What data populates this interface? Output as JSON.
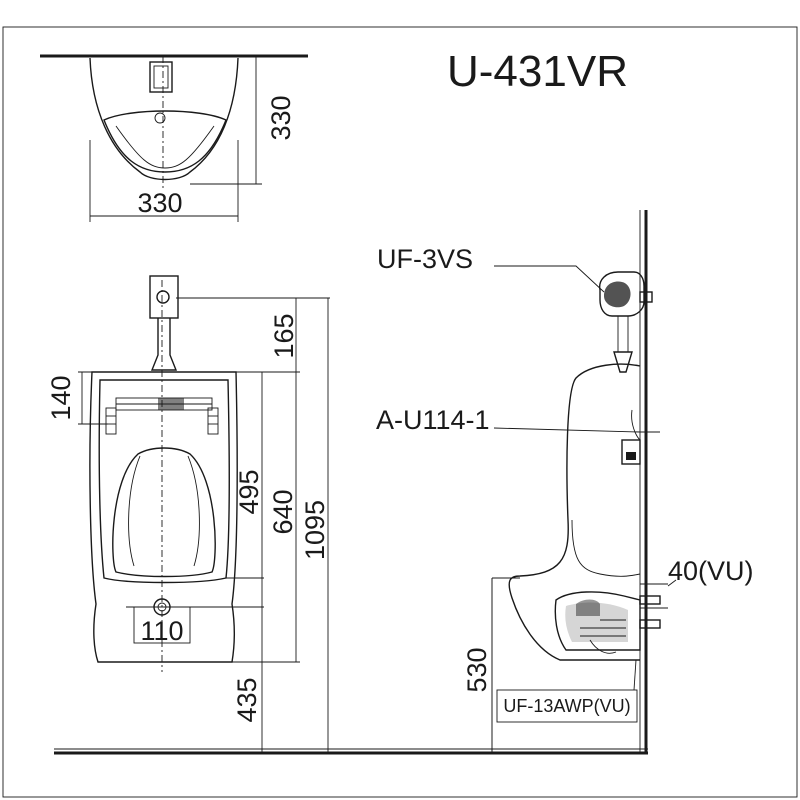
{
  "title": "U-431VR",
  "top_view": {
    "depth": "330",
    "width": "330"
  },
  "front_view": {
    "dim_165": "165",
    "dim_140": "140",
    "dim_495": "495",
    "dim_640": "640",
    "dim_1095": "1095",
    "dim_435": "435",
    "dim_110": "110"
  },
  "side_view": {
    "valve_label": "UF-3VS",
    "bracket_label": "A-U114-1",
    "outlet_label": "40(VU)",
    "height_530": "530",
    "trap_label": "UF-13AWP(VU)"
  }
}
